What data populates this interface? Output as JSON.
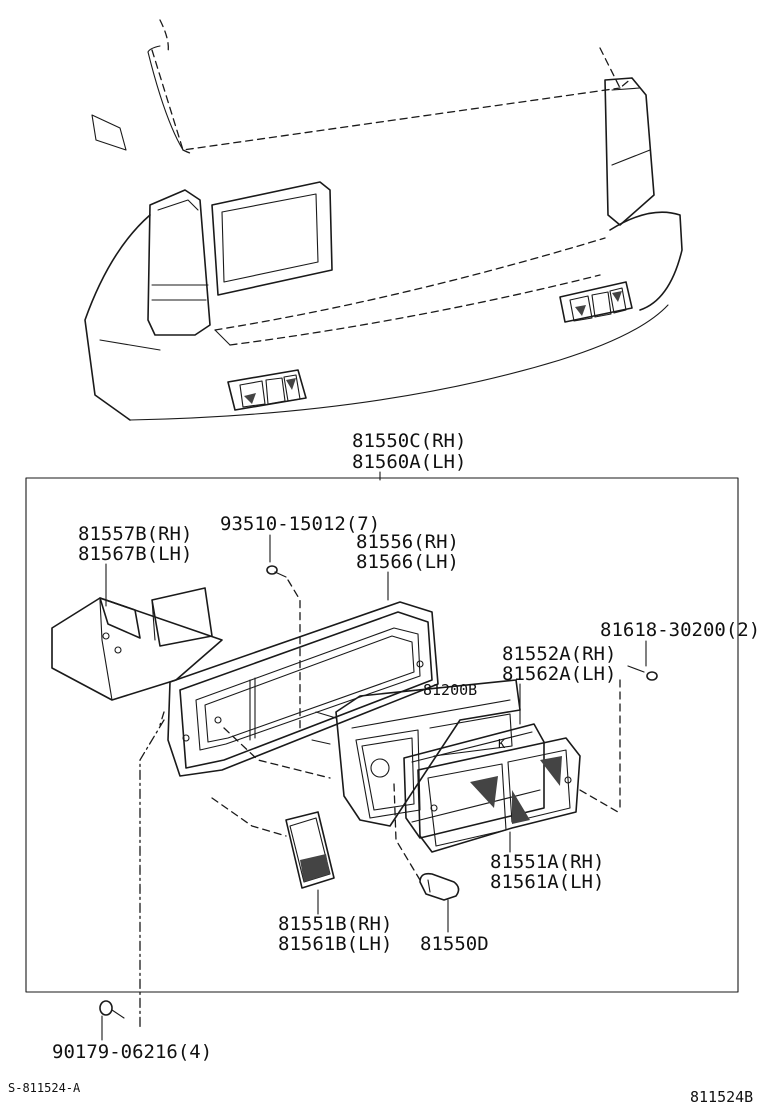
{
  "diagram": {
    "assembly": {
      "code_rh": "81550C(RH)",
      "code_lh": "81560A(LH)"
    },
    "callouts": {
      "bracket": {
        "rh": "81557B(RH)",
        "lh": "81567B(LH)"
      },
      "screw_top": "93510-15012(7)",
      "housing": {
        "rh": "81556(RH)",
        "lh": "81566(LH)"
      },
      "screw_right": "81618-30200(2)",
      "gasket": {
        "rh": "81552A(RH)",
        "lh": "81562A(LH)"
      },
      "socket": "81200B",
      "lens": {
        "rh": "81551A(RH)",
        "lh": "81561A(LH)"
      },
      "side_lens": {
        "rh": "81551B(RH)",
        "lh": "81561B(LH)"
      },
      "bulb": "81550D",
      "nut": "90179-06216(4)"
    },
    "ref_left": "S-811524-A",
    "ref_right": "811524B"
  }
}
